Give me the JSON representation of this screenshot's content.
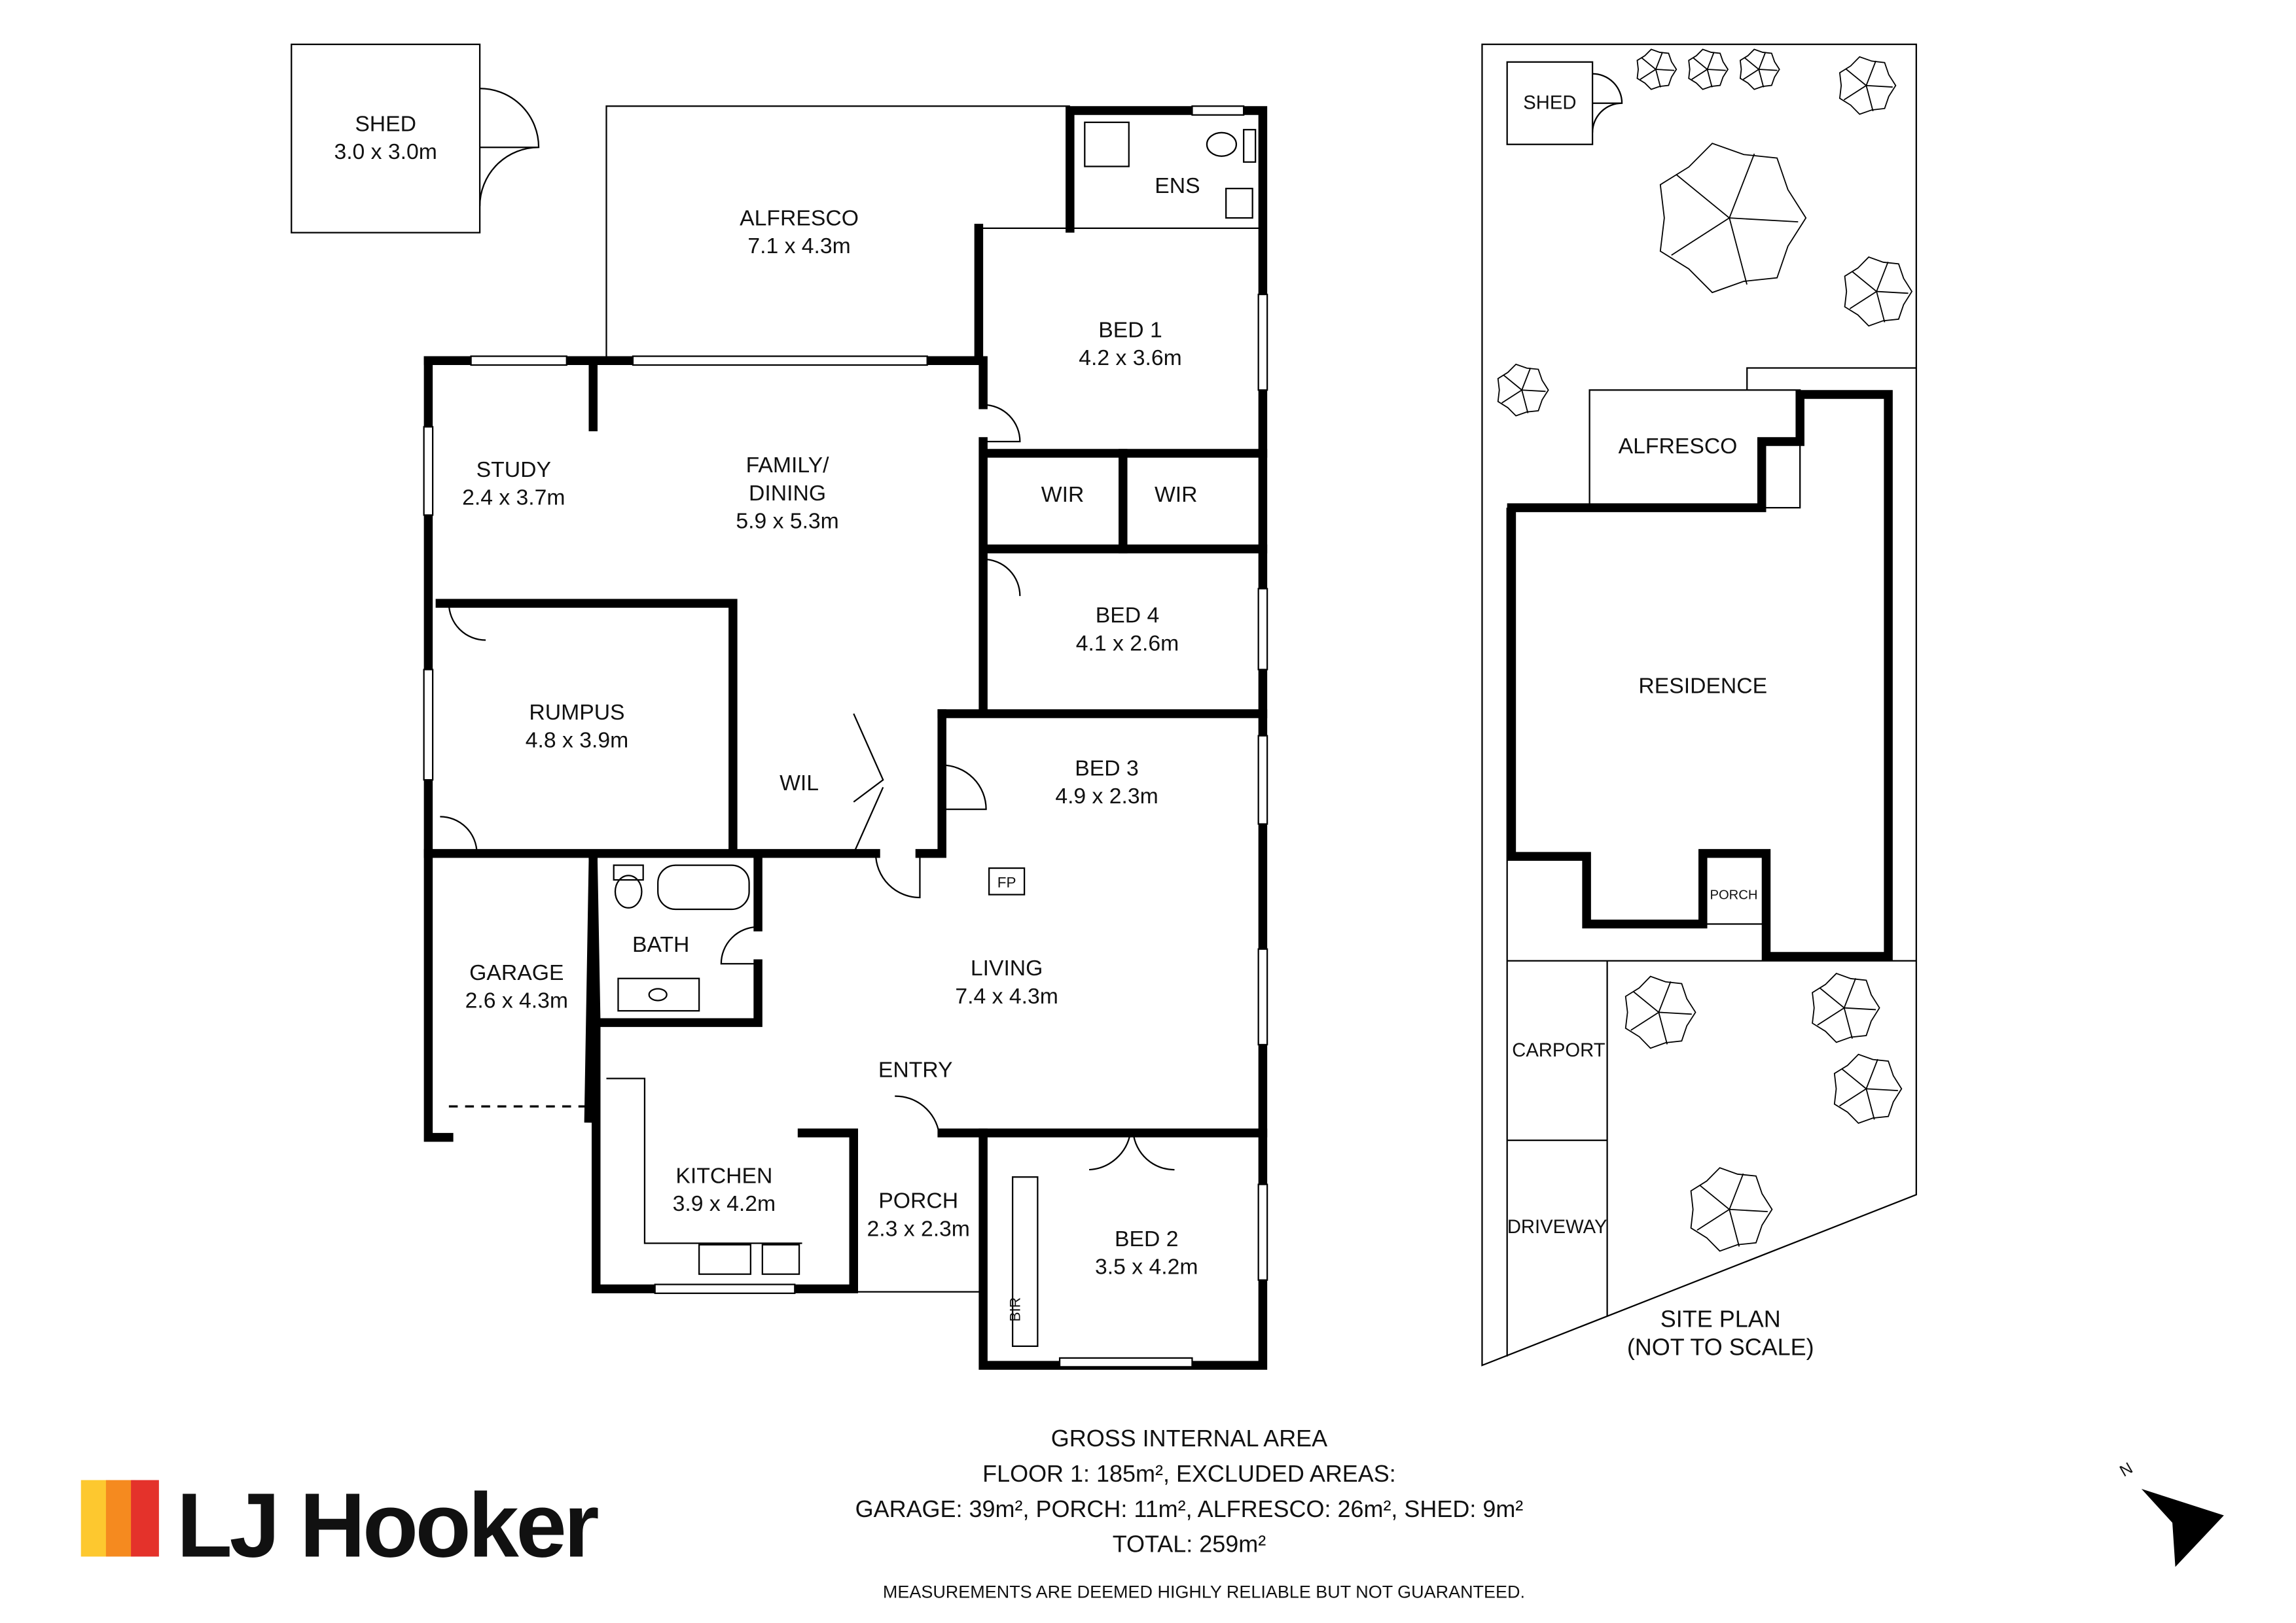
{
  "floor_plan": {
    "rooms": [
      {
        "id": "shed",
        "name": "SHED",
        "size": "3.0 x 3.0m"
      },
      {
        "id": "alfresco",
        "name": "ALFRESCO",
        "size": "7.1 x 4.3m"
      },
      {
        "id": "ens",
        "name": "ENS",
        "size": ""
      },
      {
        "id": "bed1",
        "name": "BED 1",
        "size": "4.2 x 3.6m"
      },
      {
        "id": "study",
        "name": "STUDY",
        "size": "2.4 x 3.7m"
      },
      {
        "id": "family",
        "name": "FAMILY/",
        "name2": "DINING",
        "size": "5.9 x 5.3m"
      },
      {
        "id": "wir1",
        "name": "WIR",
        "size": ""
      },
      {
        "id": "wir2",
        "name": "WIR",
        "size": ""
      },
      {
        "id": "bed4",
        "name": "BED 4",
        "size": "4.1 x 2.6m"
      },
      {
        "id": "rumpus",
        "name": "RUMPUS",
        "size": "4.8 x 3.9m"
      },
      {
        "id": "wil",
        "name": "WIL",
        "size": ""
      },
      {
        "id": "bed3",
        "name": "BED 3",
        "size": "4.9 x 2.3m"
      },
      {
        "id": "garage",
        "name": "GARAGE",
        "size": "2.6 x 4.3m"
      },
      {
        "id": "bath",
        "name": "BATH",
        "size": ""
      },
      {
        "id": "living",
        "name": "LIVING",
        "size": "7.4 x 4.3m"
      },
      {
        "id": "entry",
        "name": "ENTRY",
        "size": ""
      },
      {
        "id": "kitchen",
        "name": "KITCHEN",
        "size": "3.9 x 4.2m"
      },
      {
        "id": "porch",
        "name": "PORCH",
        "size": "2.3 x 2.3m"
      },
      {
        "id": "bed2",
        "name": "BED 2",
        "size": "3.5 x 4.2m"
      }
    ],
    "fp_label": "FP",
    "bir_label": "BIR"
  },
  "site_plan": {
    "labels": {
      "shed": "SHED",
      "alfresco": "ALFRESCO",
      "residence": "RESIDENCE",
      "porch": "PORCH",
      "carport": "CARPORT",
      "driveway": "DRIVEWAY"
    },
    "title": "SITE PLAN",
    "subtitle": "(NOT TO SCALE)"
  },
  "areas": {
    "heading": "GROSS INTERNAL AREA",
    "floor1": "FLOOR 1: 185m², EXCLUDED AREAS:",
    "excluded": "GARAGE: 39m², PORCH: 11m², ALFRESCO: 26m², SHED: 9m²",
    "total": "TOTAL: 259m²",
    "disclaimer": "MEASUREMENTS ARE DEEMED HIGHLY RELIABLE BUT NOT GUARANTEED."
  },
  "brand": {
    "name": "LJ Hooker",
    "colors": [
      "#fdc82f",
      "#f58a1f",
      "#e4322b"
    ]
  },
  "compass": {
    "label": "N"
  }
}
